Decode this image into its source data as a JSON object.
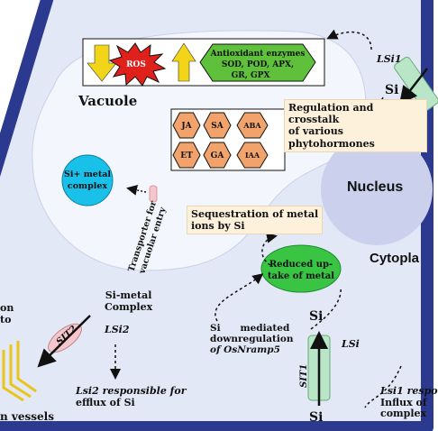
{
  "colors": {
    "cell_wall": "#2b3a8f",
    "cytoplasm": "#e3e8f7",
    "vacuole": "#f4f6fd",
    "nucleus": "#cbd0ec",
    "hormone_fill": "#f2a36c",
    "antioxidant_fill": "#5fc13b",
    "ros_fill": "#e0201b",
    "arrow_yellow": "#f2d418",
    "si_complex_fill": "#18c0ea",
    "reduced_uptake_fill": "#39c444",
    "transporter_fill": "#b8e6c6",
    "sit2_fill": "#f5c6cc",
    "vessel_yellow": "#e9c41b"
  },
  "labels": {
    "vacuole": "Vacuole",
    "nucleus": "Nucleus",
    "cytoplasm": "Cytopla",
    "ros": "ROS",
    "antioxidant_line1": "Antioxidant enzymes",
    "antioxidant_line2": "SOD, POD, APX,",
    "antioxidant_line3": "GR, GPX",
    "regulation_line1": "Regulation and crosstalk",
    "regulation_line2": "of various phytohormones",
    "si_metal_complex_line1": "Si+ metal",
    "si_metal_complex_line2": "complex",
    "transporter_line1": "Transporter for",
    "transporter_line2": "vacuolar entry",
    "sequestration_line1": "Sequestration of metal",
    "sequestration_line2": "ions by Si",
    "reduced_line1": "Reduced up-",
    "reduced_line2": "take of metal",
    "downreg_line1": "Si      mediated",
    "downreg_line2": "downregulation",
    "downreg_line3": "of OsNramp5",
    "si_metal_line1": "Si-metal",
    "si_metal_line2": "Complex",
    "sit2": "SIT2",
    "lsi2": "LSi2",
    "lsi2_note_line1": "Lsi2 responsible for",
    "lsi2_note_line2": "efflux of Si",
    "sit1": "SIT1",
    "si_top": "Si",
    "si_bottom": "Si",
    "lsi_right": "LSi",
    "lsi1_top": "LSi1",
    "si_top_right": "Si",
    "lsi1_note_line1": "Lsi1 respo",
    "lsi1_note_line2": "Influx of",
    "lsi1_note_line3": "complex",
    "left_edge_line1": "on",
    "left_edge_line2": "to",
    "vessels": "n vessels"
  },
  "hormones": [
    "JA",
    "SA",
    "ABA",
    "ET",
    "GA",
    "IAA"
  ]
}
